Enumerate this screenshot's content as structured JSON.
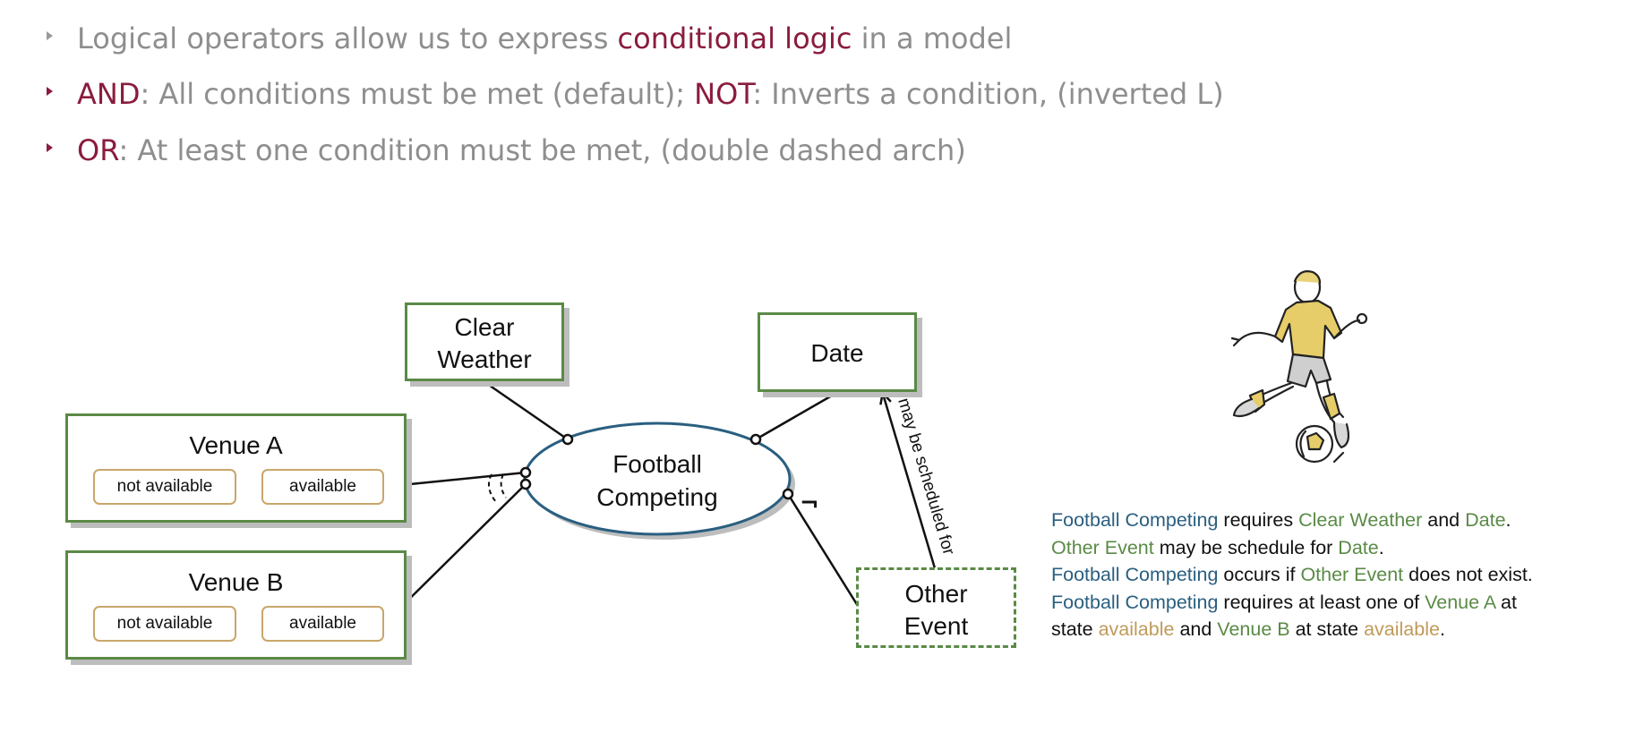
{
  "bullets": [
    {
      "before": "Logical operators allow us to express ",
      "highlight": "conditional logic",
      "after": " in a model"
    },
    {
      "hl1": "AND",
      "text1": ": All conditions must be met (default); ",
      "hl2": "NOT",
      "text2": ": Inverts a condition, (inverted L)"
    },
    {
      "hl1": "OR",
      "text1": ": At least one condition must be met, (double dashed arch)"
    }
  ],
  "diagram": {
    "clear_weather": [
      "Clear",
      "Weather"
    ],
    "date": "Date",
    "football_competing": [
      "Football",
      "Competing"
    ],
    "venue_a": {
      "title": "Venue A",
      "states": [
        "not available",
        "available"
      ]
    },
    "venue_b": {
      "title": "Venue B",
      "states": [
        "not available",
        "available"
      ]
    },
    "other_event": [
      "Other",
      "Event"
    ],
    "arrow_label": "may be scheduled for",
    "not_marker": "¬"
  },
  "description": {
    "line1": {
      "a": "Football Competing",
      "b": " requires ",
      "c": "Clear Weather",
      "d": " and ",
      "e": "Date",
      "f": "."
    },
    "line2": {
      "a": "Other Event",
      "b": " may be schedule for ",
      "c": "Date",
      "d": "."
    },
    "line3": {
      "a": "Football Competing",
      "b": " occurs if ",
      "c": "Other Event",
      "d": " does not exist."
    },
    "line4": {
      "a": "Football Competing",
      "b": " requires at least one of ",
      "c": "Venue A",
      "d": " at"
    },
    "line5": {
      "a": "state ",
      "b": "available",
      "c": " and ",
      "d": "Venue B",
      "e": " at state ",
      "f": "available",
      "g": "."
    }
  },
  "icons": {
    "player": "soccer-player-icon"
  },
  "colors": {
    "accent_red": "#8a1c3d",
    "bullet_gray": "#8e8e8e",
    "object_green": "#5a8a46",
    "process_blue": "#2a5f80",
    "state_gold": "#c09a5a"
  }
}
